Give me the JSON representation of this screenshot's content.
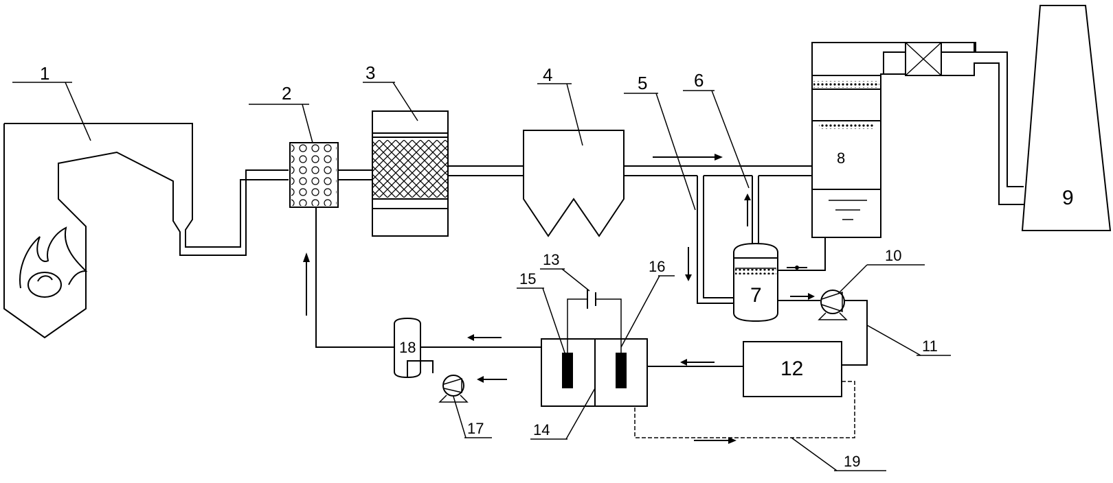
{
  "labels": {
    "n1": "1",
    "n2": "2",
    "n3": "3",
    "n4": "4",
    "n5": "5",
    "n6": "6",
    "n7": "7",
    "n8": "8",
    "n9": "9",
    "n10": "10",
    "n11": "11",
    "n12": "12",
    "n13": "13",
    "n14": "14",
    "n15": "15",
    "n16": "16",
    "n17": "17",
    "n18": "18",
    "n19": "19"
  },
  "icons": {
    "furnace": "flame-icon",
    "pump": "pump-icon",
    "arrow": "arrow-icon"
  },
  "colors": {
    "ink": "#000000",
    "background": "#ffffff"
  }
}
